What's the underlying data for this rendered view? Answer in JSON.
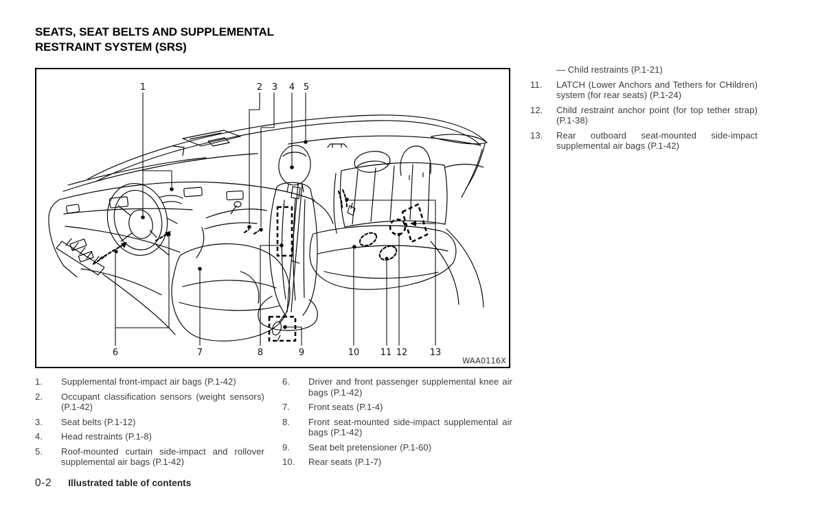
{
  "page": {
    "title_line1": "SEATS, SEAT BELTS AND SUPPLEMENTAL",
    "title_line2": "RESTRAINT SYSTEM (SRS)",
    "footer": {
      "page_number": "0-2",
      "section": "Illustrated table of contents"
    }
  },
  "figure": {
    "image_code": "WAA0116X",
    "callouts_top": [
      "1",
      "2",
      "3",
      "4",
      "5"
    ],
    "callouts_bottom": [
      "6",
      "7",
      "8",
      "9",
      "10",
      "11",
      "12",
      "13"
    ]
  },
  "legend": {
    "left_column": [
      {
        "num": "1.",
        "text": "Supplemental front-impact air bags (P.1-42)"
      },
      {
        "num": "2.",
        "text": "Occupant classification sensors (weight sensors) (P.1-42)"
      },
      {
        "num": "3.",
        "text": "Seat belts (P.1-12)"
      },
      {
        "num": "4.",
        "text": "Head restraints (P.1-8)"
      },
      {
        "num": "5.",
        "text": "Roof-mounted curtain side-impact and rollover supplemental air bags (P.1-42)"
      }
    ],
    "middle_column": [
      {
        "num": "6.",
        "text": "Driver and front passenger supplemental knee air bags (P.1-42)"
      },
      {
        "num": "7.",
        "text": "Front seats (P.1-4)"
      },
      {
        "num": "8.",
        "text": "Front seat-mounted side-impact supplemental air bags (P.1-42)"
      },
      {
        "num": "9.",
        "text": "Seat belt pretensioner (P.1-60)"
      },
      {
        "num": "10.",
        "text": "Rear seats (P.1-7)"
      }
    ],
    "right_column": [
      {
        "num": "",
        "text": "— Child restraints (P.1-21)"
      },
      {
        "num": "11.",
        "text": "LATCH (Lower Anchors and Tethers for CHildren) system (for rear seats) (P.1-24)"
      },
      {
        "num": "12.",
        "text": "Child restraint anchor point (for top tether strap) (P.1-38)"
      },
      {
        "num": "13.",
        "text": "Rear outboard seat-mounted side-impact supplemental air bags (P.1-42)"
      }
    ]
  }
}
